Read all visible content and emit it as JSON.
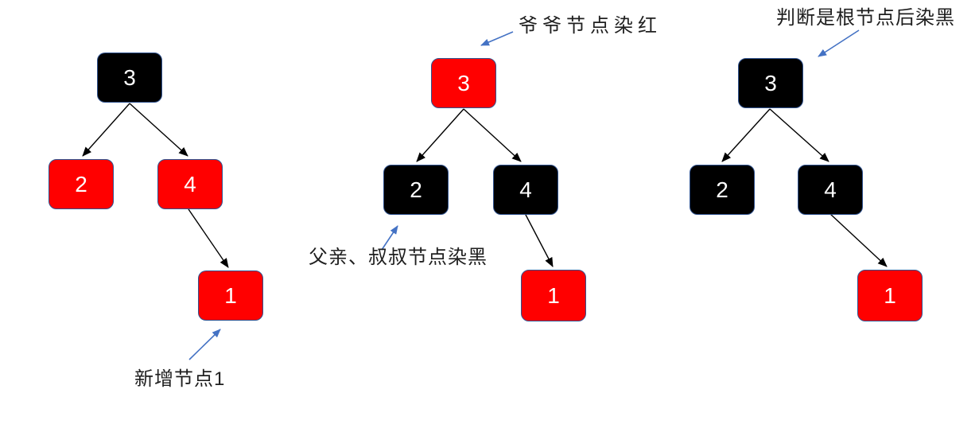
{
  "palette": {
    "node_red": "#FF0000",
    "node_black": "#000000",
    "node_border": "#2F528F",
    "node_text": "#FFFFFF",
    "edge_color": "#000000",
    "annotation_arrow_color": "#4472C4",
    "annotation_text_color": "#1F1F1F",
    "background": "#FFFFFF"
  },
  "trees": [
    {
      "name": "step-1-insert-node",
      "nodes": [
        {
          "value": "3",
          "color": "black"
        },
        {
          "value": "2",
          "color": "red"
        },
        {
          "value": "4",
          "color": "red"
        },
        {
          "value": "1",
          "color": "red"
        }
      ]
    },
    {
      "name": "step-2-recolor-parent-uncle-grandparent",
      "nodes": [
        {
          "value": "3",
          "color": "red"
        },
        {
          "value": "2",
          "color": "black"
        },
        {
          "value": "4",
          "color": "black"
        },
        {
          "value": "1",
          "color": "red"
        }
      ]
    },
    {
      "name": "step-3-root-recolored-black",
      "nodes": [
        {
          "value": "3",
          "color": "black"
        },
        {
          "value": "2",
          "color": "black"
        },
        {
          "value": "4",
          "color": "black"
        },
        {
          "value": "1",
          "color": "red"
        }
      ]
    }
  ],
  "annotations": [
    {
      "text": "新增节点1"
    },
    {
      "text": "爷爷节点染红"
    },
    {
      "text": "父亲、叔叔节点染黑"
    },
    {
      "text": "判断是根节点后染黑"
    }
  ]
}
